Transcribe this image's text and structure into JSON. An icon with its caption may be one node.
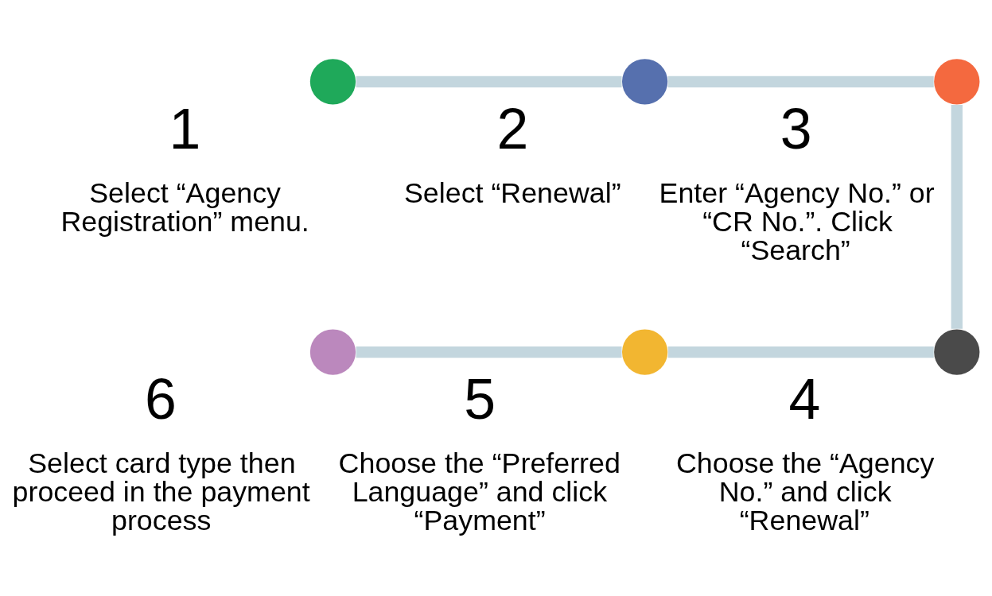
{
  "diagram": {
    "nodes": [
      {
        "text": [],
        "shape": "circle",
        "beside": [
          "1",
          "Select “Agency Registration” menu."
        ]
      },
      {
        "text": [],
        "shape": "circle",
        "beside": [
          "2",
          "Select “Renewal”"
        ]
      },
      {
        "text": [],
        "shape": "circle",
        "beside": [
          "3",
          "Enter “Agency No.” or “CR No.”. Click “Search”"
        ]
      },
      {
        "text": [],
        "shape": "circle",
        "beside": [
          "4",
          "Choose the “Agency No.” and click “Renewal”"
        ]
      },
      {
        "text": [],
        "shape": "circle",
        "beside": [
          "5",
          "Choose the “Preferred Language” and click “Payment”"
        ]
      },
      {
        "text": [],
        "shape": "circle",
        "beside": [
          "6",
          "Select card type then proceed in the payment process"
        ]
      }
    ],
    "edges": [
      {
        "from": 0,
        "to": 1,
        "arrow": "none"
      },
      {
        "from": 1,
        "to": 2,
        "arrow": "none"
      },
      {
        "from": 2,
        "to": 3,
        "arrow": "none"
      },
      {
        "from": 3,
        "to": 4,
        "arrow": "none"
      },
      {
        "from": 4,
        "to": 5,
        "arrow": "none"
      }
    ]
  }
}
